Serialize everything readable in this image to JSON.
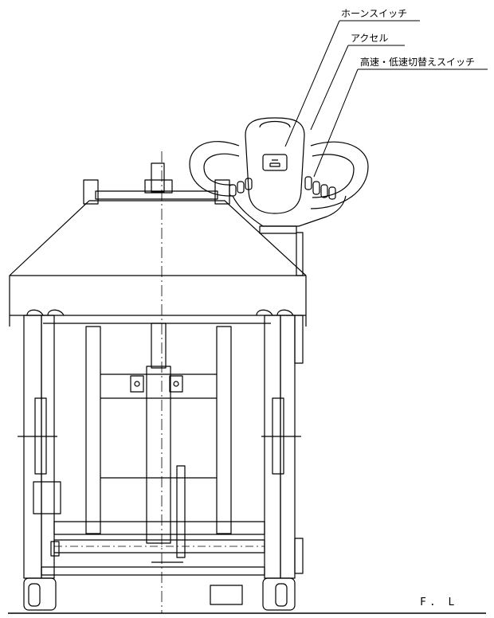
{
  "labels": {
    "horn_switch": "ホーンスイッチ",
    "accelerator": "アクセル",
    "speed_switch": "高速・低速切替えスイッチ",
    "floor_level": "F. L"
  }
}
